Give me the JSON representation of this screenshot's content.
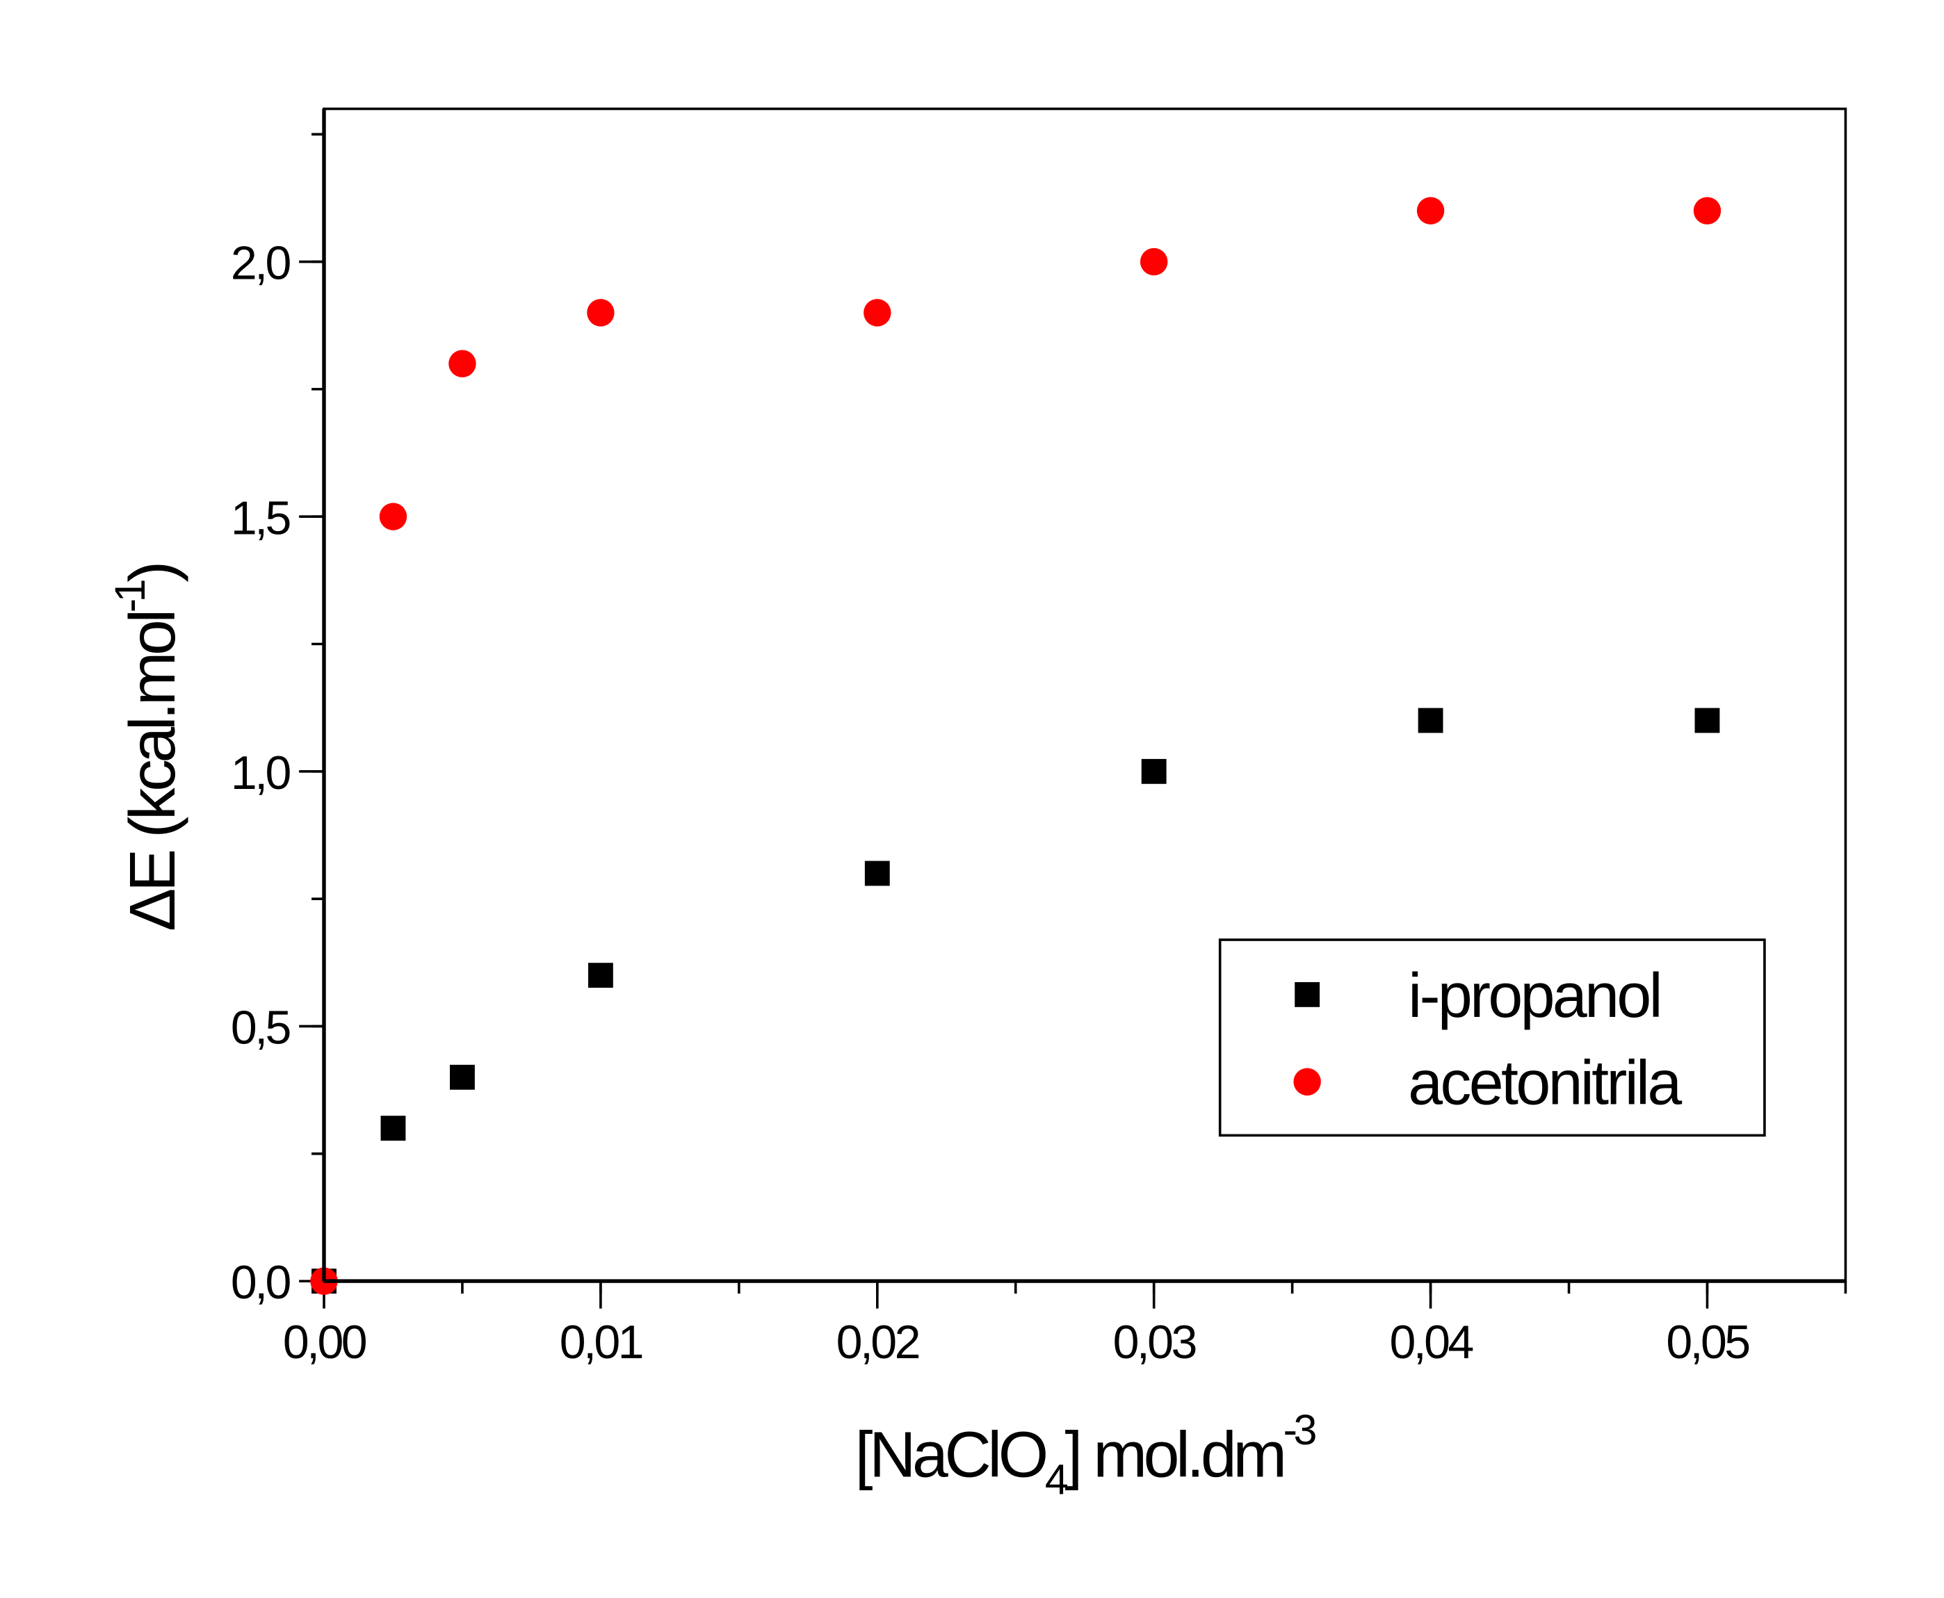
{
  "chart_data": {
    "type": "scatter",
    "title": "",
    "xlabel": {
      "main": "[NaClO",
      "sub": "4",
      "rest": "] mol.dm",
      "sup": "-3"
    },
    "ylabel": {
      "main": "ΔE (kcal.mol",
      "sup": "-1",
      "rest": ")"
    },
    "xlim": [
      0,
      0.055
    ],
    "ylim": [
      0,
      2.3
    ],
    "x_ticks": [
      0,
      0.01,
      0.02,
      0.03,
      0.04,
      0.05
    ],
    "x_tick_labels": [
      "0,00",
      "0,01",
      "0,02",
      "0,03",
      "0,04",
      "0,05"
    ],
    "x_minor_step": 0.005,
    "y_ticks": [
      0,
      0.5,
      1.0,
      1.5,
      2.0
    ],
    "y_tick_labels": [
      "0,0",
      "0,5",
      "1,0",
      "1,5",
      "2,0"
    ],
    "y_minor_step": 0.25,
    "grid": false,
    "legend_position": "bottom-right",
    "series": [
      {
        "name": "i-propanol",
        "marker": "square",
        "color": "#000000",
        "x": [
          0,
          0.0025,
          0.005,
          0.01,
          0.02,
          0.03,
          0.04,
          0.05
        ],
        "y": [
          0,
          0.3,
          0.4,
          0.6,
          0.8,
          1.0,
          1.1,
          1.1
        ]
      },
      {
        "name": "acetonitrila",
        "marker": "circle",
        "color": "#ff0000",
        "x": [
          0,
          0.0025,
          0.005,
          0.01,
          0.02,
          0.03,
          0.04,
          0.05
        ],
        "y": [
          0,
          1.5,
          1.8,
          1.9,
          1.9,
          2.0,
          2.1,
          2.1
        ]
      }
    ]
  }
}
